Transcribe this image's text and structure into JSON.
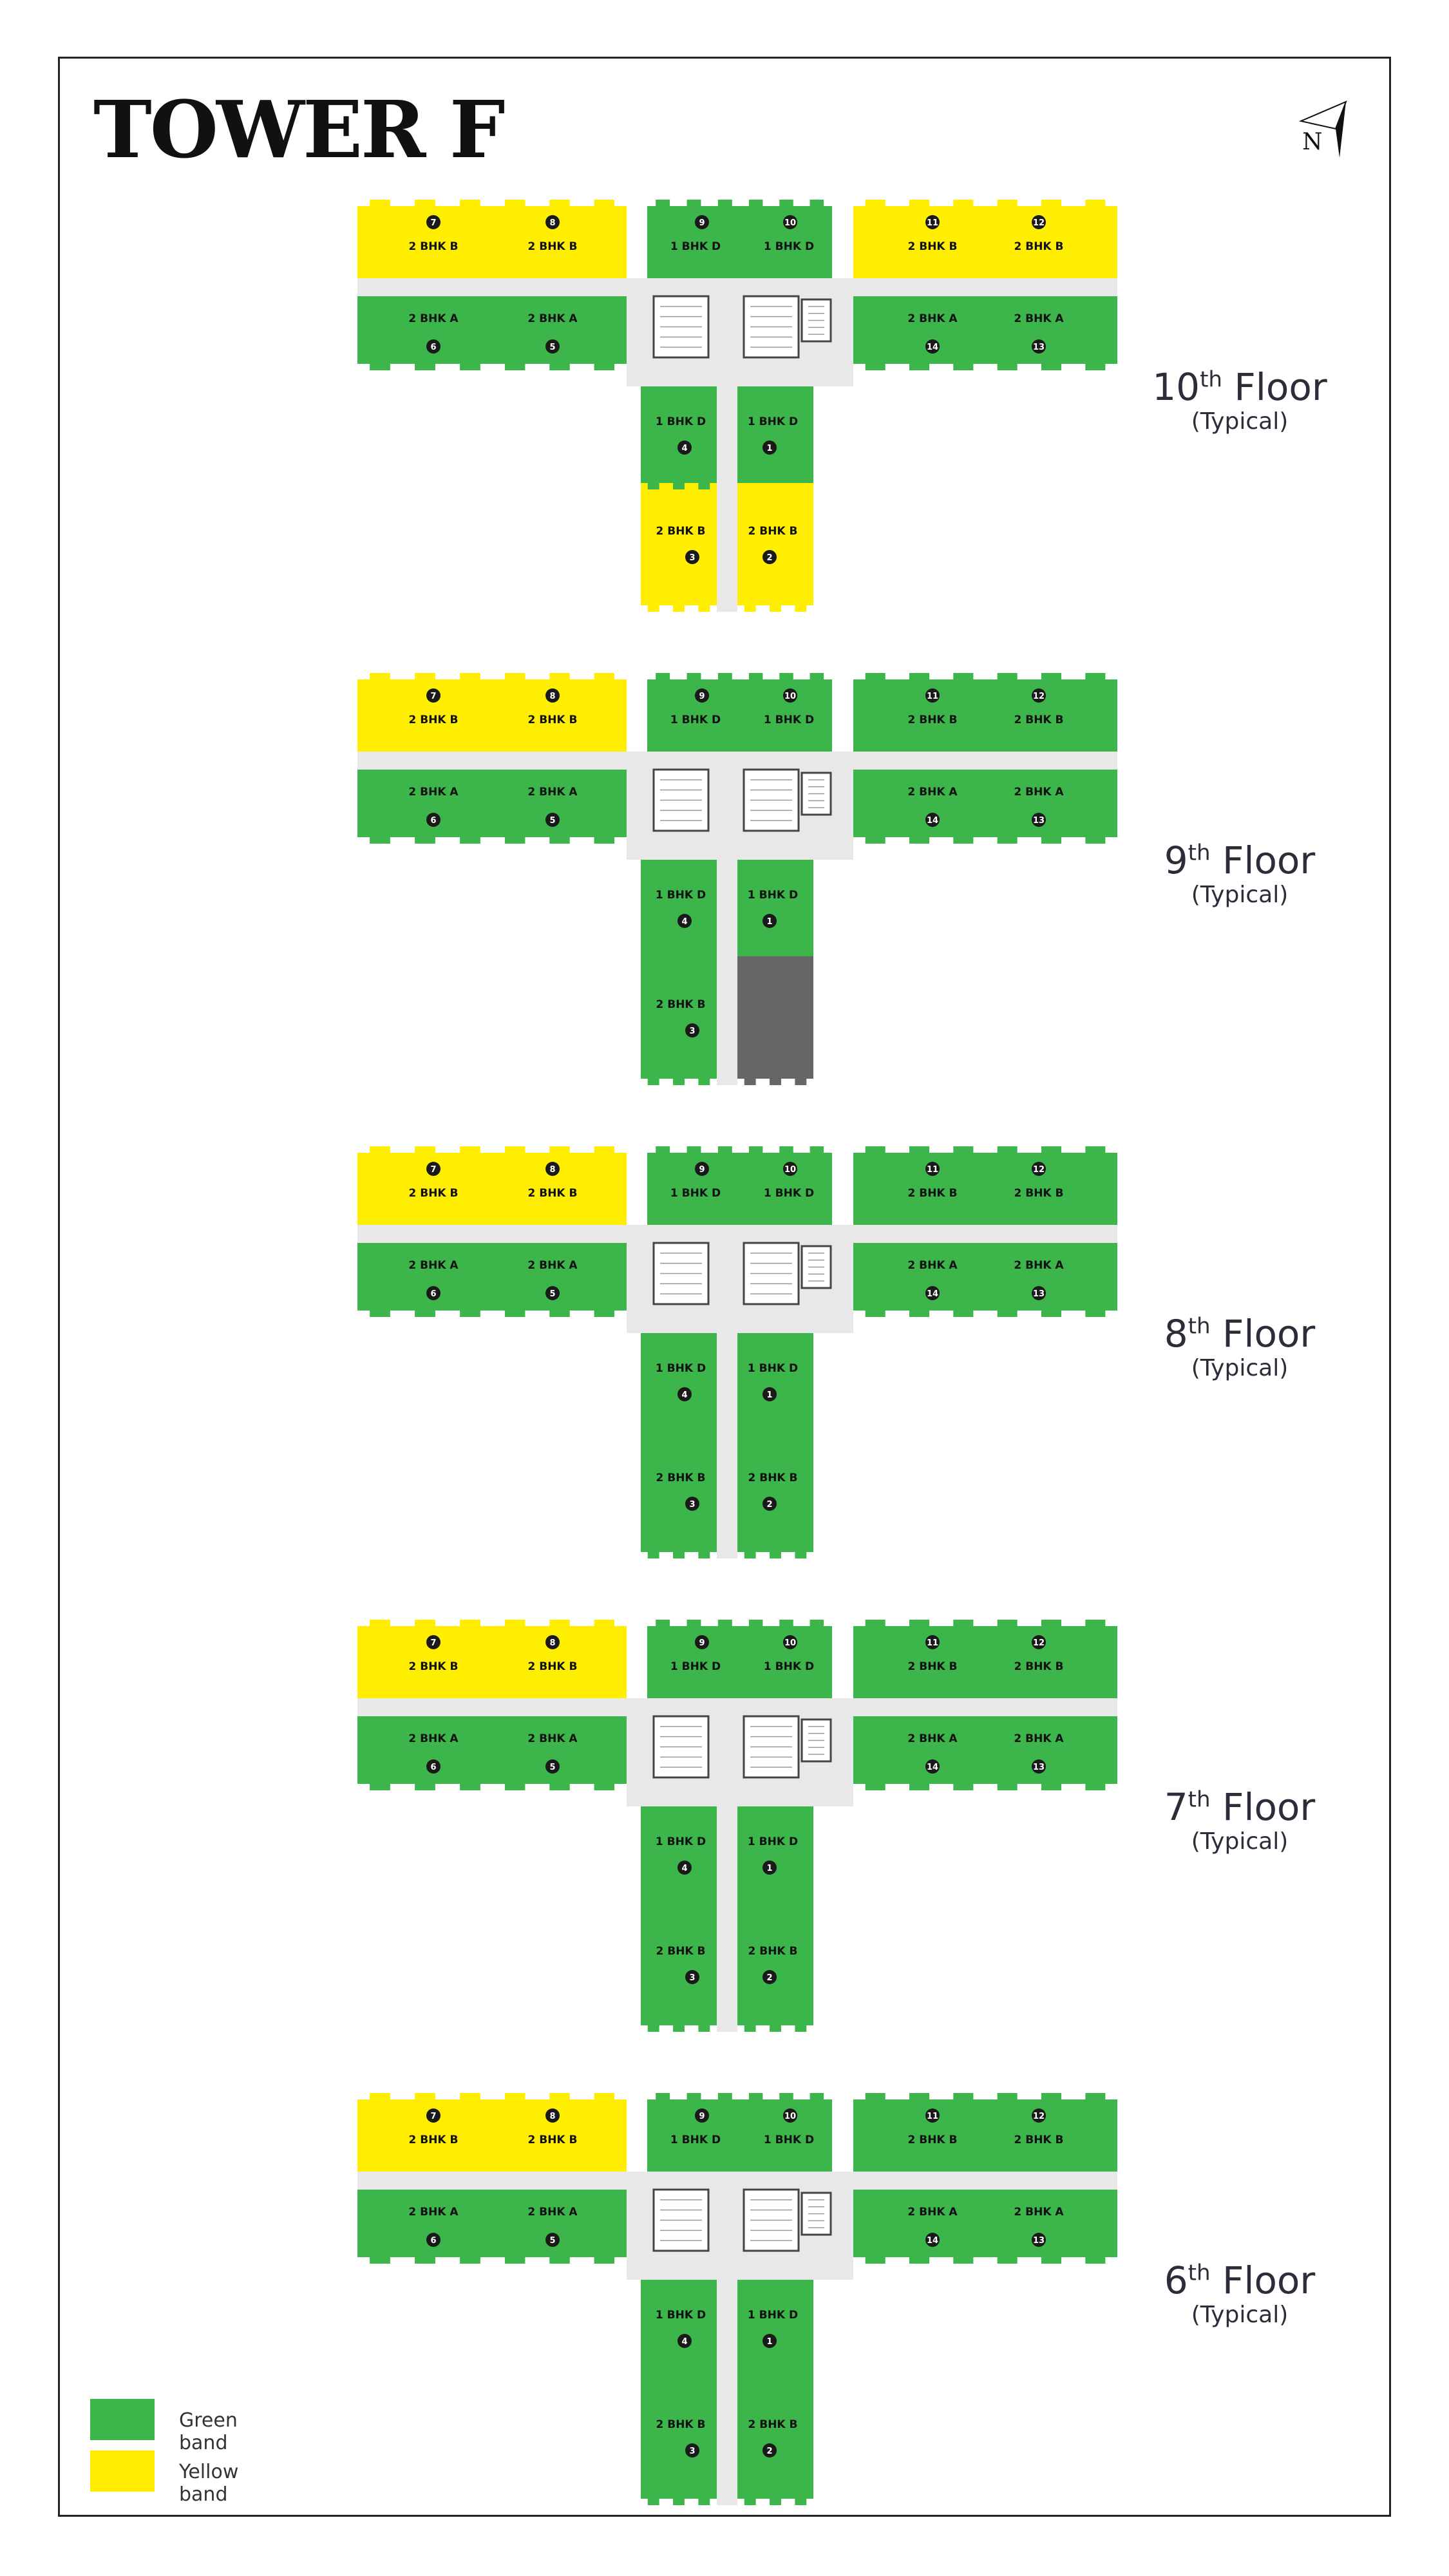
{
  "title": "TOWER F",
  "compass": {
    "letter": "N",
    "icon": "north-arrow-icon"
  },
  "colors": {
    "green": "#3cb54a",
    "yellow": "#ffee00",
    "unavailable": "#666666",
    "corridor": "#e8e8e8"
  },
  "legend": [
    {
      "label": "Green band",
      "color": "#3cb54a"
    },
    {
      "label": "Yellow band",
      "color": "#ffee00"
    }
  ],
  "floors": [
    {
      "id": "f10",
      "num": "10",
      "sup": "th",
      "name": "Floor",
      "sub": "(Typical)",
      "units": {
        "7": {
          "label": "2 BHK B",
          "band": "yellow"
        },
        "8": {
          "label": "2 BHK B",
          "band": "yellow"
        },
        "9": {
          "label": "1 BHK D",
          "band": "green"
        },
        "10": {
          "label": "1 BHK D",
          "band": "green"
        },
        "11": {
          "label": "2 BHK B",
          "band": "yellow"
        },
        "12": {
          "label": "2 BHK B",
          "band": "yellow"
        },
        "6": {
          "label": "2 BHK A",
          "band": "green"
        },
        "5": {
          "label": "2 BHK A",
          "band": "green"
        },
        "14": {
          "label": "2 BHK A",
          "band": "green"
        },
        "13": {
          "label": "2 BHK A",
          "band": "green"
        },
        "4": {
          "label": "1 BHK D",
          "band": "green"
        },
        "1": {
          "label": "1 BHK D",
          "band": "green"
        },
        "3": {
          "label": "2 BHK B",
          "band": "yellow"
        },
        "2": {
          "label": "2 BHK B",
          "band": "yellow"
        }
      }
    },
    {
      "id": "f9",
      "num": "9",
      "sup": "th",
      "name": "Floor",
      "sub": "(Typical)",
      "units": {
        "7": {
          "label": "2 BHK B",
          "band": "yellow"
        },
        "8": {
          "label": "2 BHK B",
          "band": "yellow"
        },
        "9": {
          "label": "1 BHK D",
          "band": "green"
        },
        "10": {
          "label": "1 BHK D",
          "band": "green"
        },
        "11": {
          "label": "2 BHK B",
          "band": "green"
        },
        "12": {
          "label": "2 BHK B",
          "band": "green"
        },
        "6": {
          "label": "2 BHK A",
          "band": "green"
        },
        "5": {
          "label": "2 BHK A",
          "band": "green"
        },
        "14": {
          "label": "2 BHK A",
          "band": "green"
        },
        "13": {
          "label": "2 BHK A",
          "band": "green"
        },
        "4": {
          "label": "1 BHK D",
          "band": "green"
        },
        "1": {
          "label": "1 BHK D",
          "band": "green"
        },
        "3": {
          "label": "2 BHK B",
          "band": "green"
        },
        "2": {
          "label": "",
          "band": "unavailable"
        }
      }
    },
    {
      "id": "f8",
      "num": "8",
      "sup": "th",
      "name": "Floor",
      "sub": "(Typical)",
      "units": {
        "7": {
          "label": "2 BHK B",
          "band": "yellow"
        },
        "8": {
          "label": "2 BHK B",
          "band": "yellow"
        },
        "9": {
          "label": "1 BHK D",
          "band": "green"
        },
        "10": {
          "label": "1 BHK D",
          "band": "green"
        },
        "11": {
          "label": "2 BHK B",
          "band": "green"
        },
        "12": {
          "label": "2 BHK B",
          "band": "green"
        },
        "6": {
          "label": "2 BHK A",
          "band": "green"
        },
        "5": {
          "label": "2 BHK A",
          "band": "green"
        },
        "14": {
          "label": "2 BHK A",
          "band": "green"
        },
        "13": {
          "label": "2 BHK A",
          "band": "green"
        },
        "4": {
          "label": "1 BHK D",
          "band": "green"
        },
        "1": {
          "label": "1 BHK D",
          "band": "green"
        },
        "3": {
          "label": "2 BHK B",
          "band": "green"
        },
        "2": {
          "label": "2 BHK B",
          "band": "green"
        }
      }
    },
    {
      "id": "f7",
      "num": "7",
      "sup": "th",
      "name": "Floor",
      "sub": "(Typical)",
      "units": {
        "7": {
          "label": "2 BHK B",
          "band": "yellow"
        },
        "8": {
          "label": "2 BHK B",
          "band": "yellow"
        },
        "9": {
          "label": "1 BHK D",
          "band": "green"
        },
        "10": {
          "label": "1 BHK D",
          "band": "green"
        },
        "11": {
          "label": "2 BHK B",
          "band": "green"
        },
        "12": {
          "label": "2 BHK B",
          "band": "green"
        },
        "6": {
          "label": "2 BHK A",
          "band": "green"
        },
        "5": {
          "label": "2 BHK A",
          "band": "green"
        },
        "14": {
          "label": "2 BHK A",
          "band": "green"
        },
        "13": {
          "label": "2 BHK A",
          "band": "green"
        },
        "4": {
          "label": "1 BHK D",
          "band": "green"
        },
        "1": {
          "label": "1 BHK D",
          "band": "green"
        },
        "3": {
          "label": "2 BHK B",
          "band": "green"
        },
        "2": {
          "label": "2 BHK B",
          "band": "green"
        }
      }
    },
    {
      "id": "f6",
      "num": "6",
      "sup": "th",
      "name": "Floor",
      "sub": "(Typical)",
      "units": {
        "7": {
          "label": "2 BHK B",
          "band": "yellow"
        },
        "8": {
          "label": "2 BHK B",
          "band": "yellow"
        },
        "9": {
          "label": "1 BHK D",
          "band": "green"
        },
        "10": {
          "label": "1 BHK D",
          "band": "green"
        },
        "11": {
          "label": "2 BHK B",
          "band": "green"
        },
        "12": {
          "label": "2 BHK B",
          "band": "green"
        },
        "6": {
          "label": "2 BHK A",
          "band": "green"
        },
        "5": {
          "label": "2 BHK A",
          "band": "green"
        },
        "14": {
          "label": "2 BHK A",
          "band": "green"
        },
        "13": {
          "label": "2 BHK A",
          "band": "green"
        },
        "4": {
          "label": "1 BHK D",
          "band": "green"
        },
        "1": {
          "label": "1 BHK D",
          "band": "green"
        },
        "3": {
          "label": "2 BHK B",
          "band": "green"
        },
        "2": {
          "label": "2 BHK B",
          "band": "green"
        }
      }
    }
  ]
}
